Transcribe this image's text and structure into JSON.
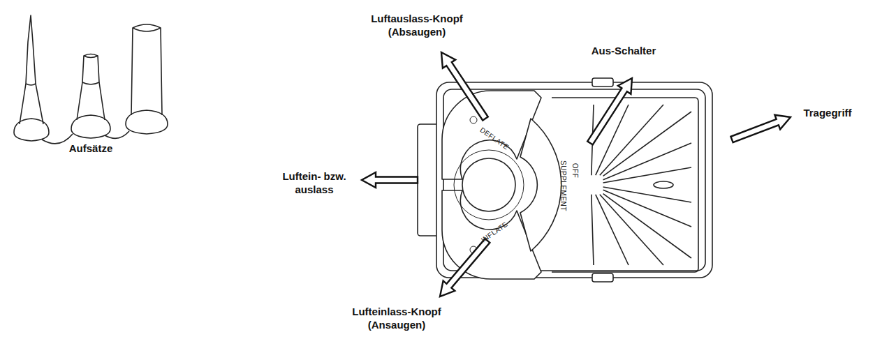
{
  "diagram": {
    "labels": [
      "Aufsätze",
      "Luftauslass-Knopf (Absaugen)",
      "Aus-Schalter",
      "Tragegriff",
      "Luftein- bzw. auslass",
      "Lufteinlass-Knopf (Ansaugen)",
      "DEFLATE",
      "INFLATE",
      "OFF",
      "SUPPLEMENT"
    ]
  }
}
